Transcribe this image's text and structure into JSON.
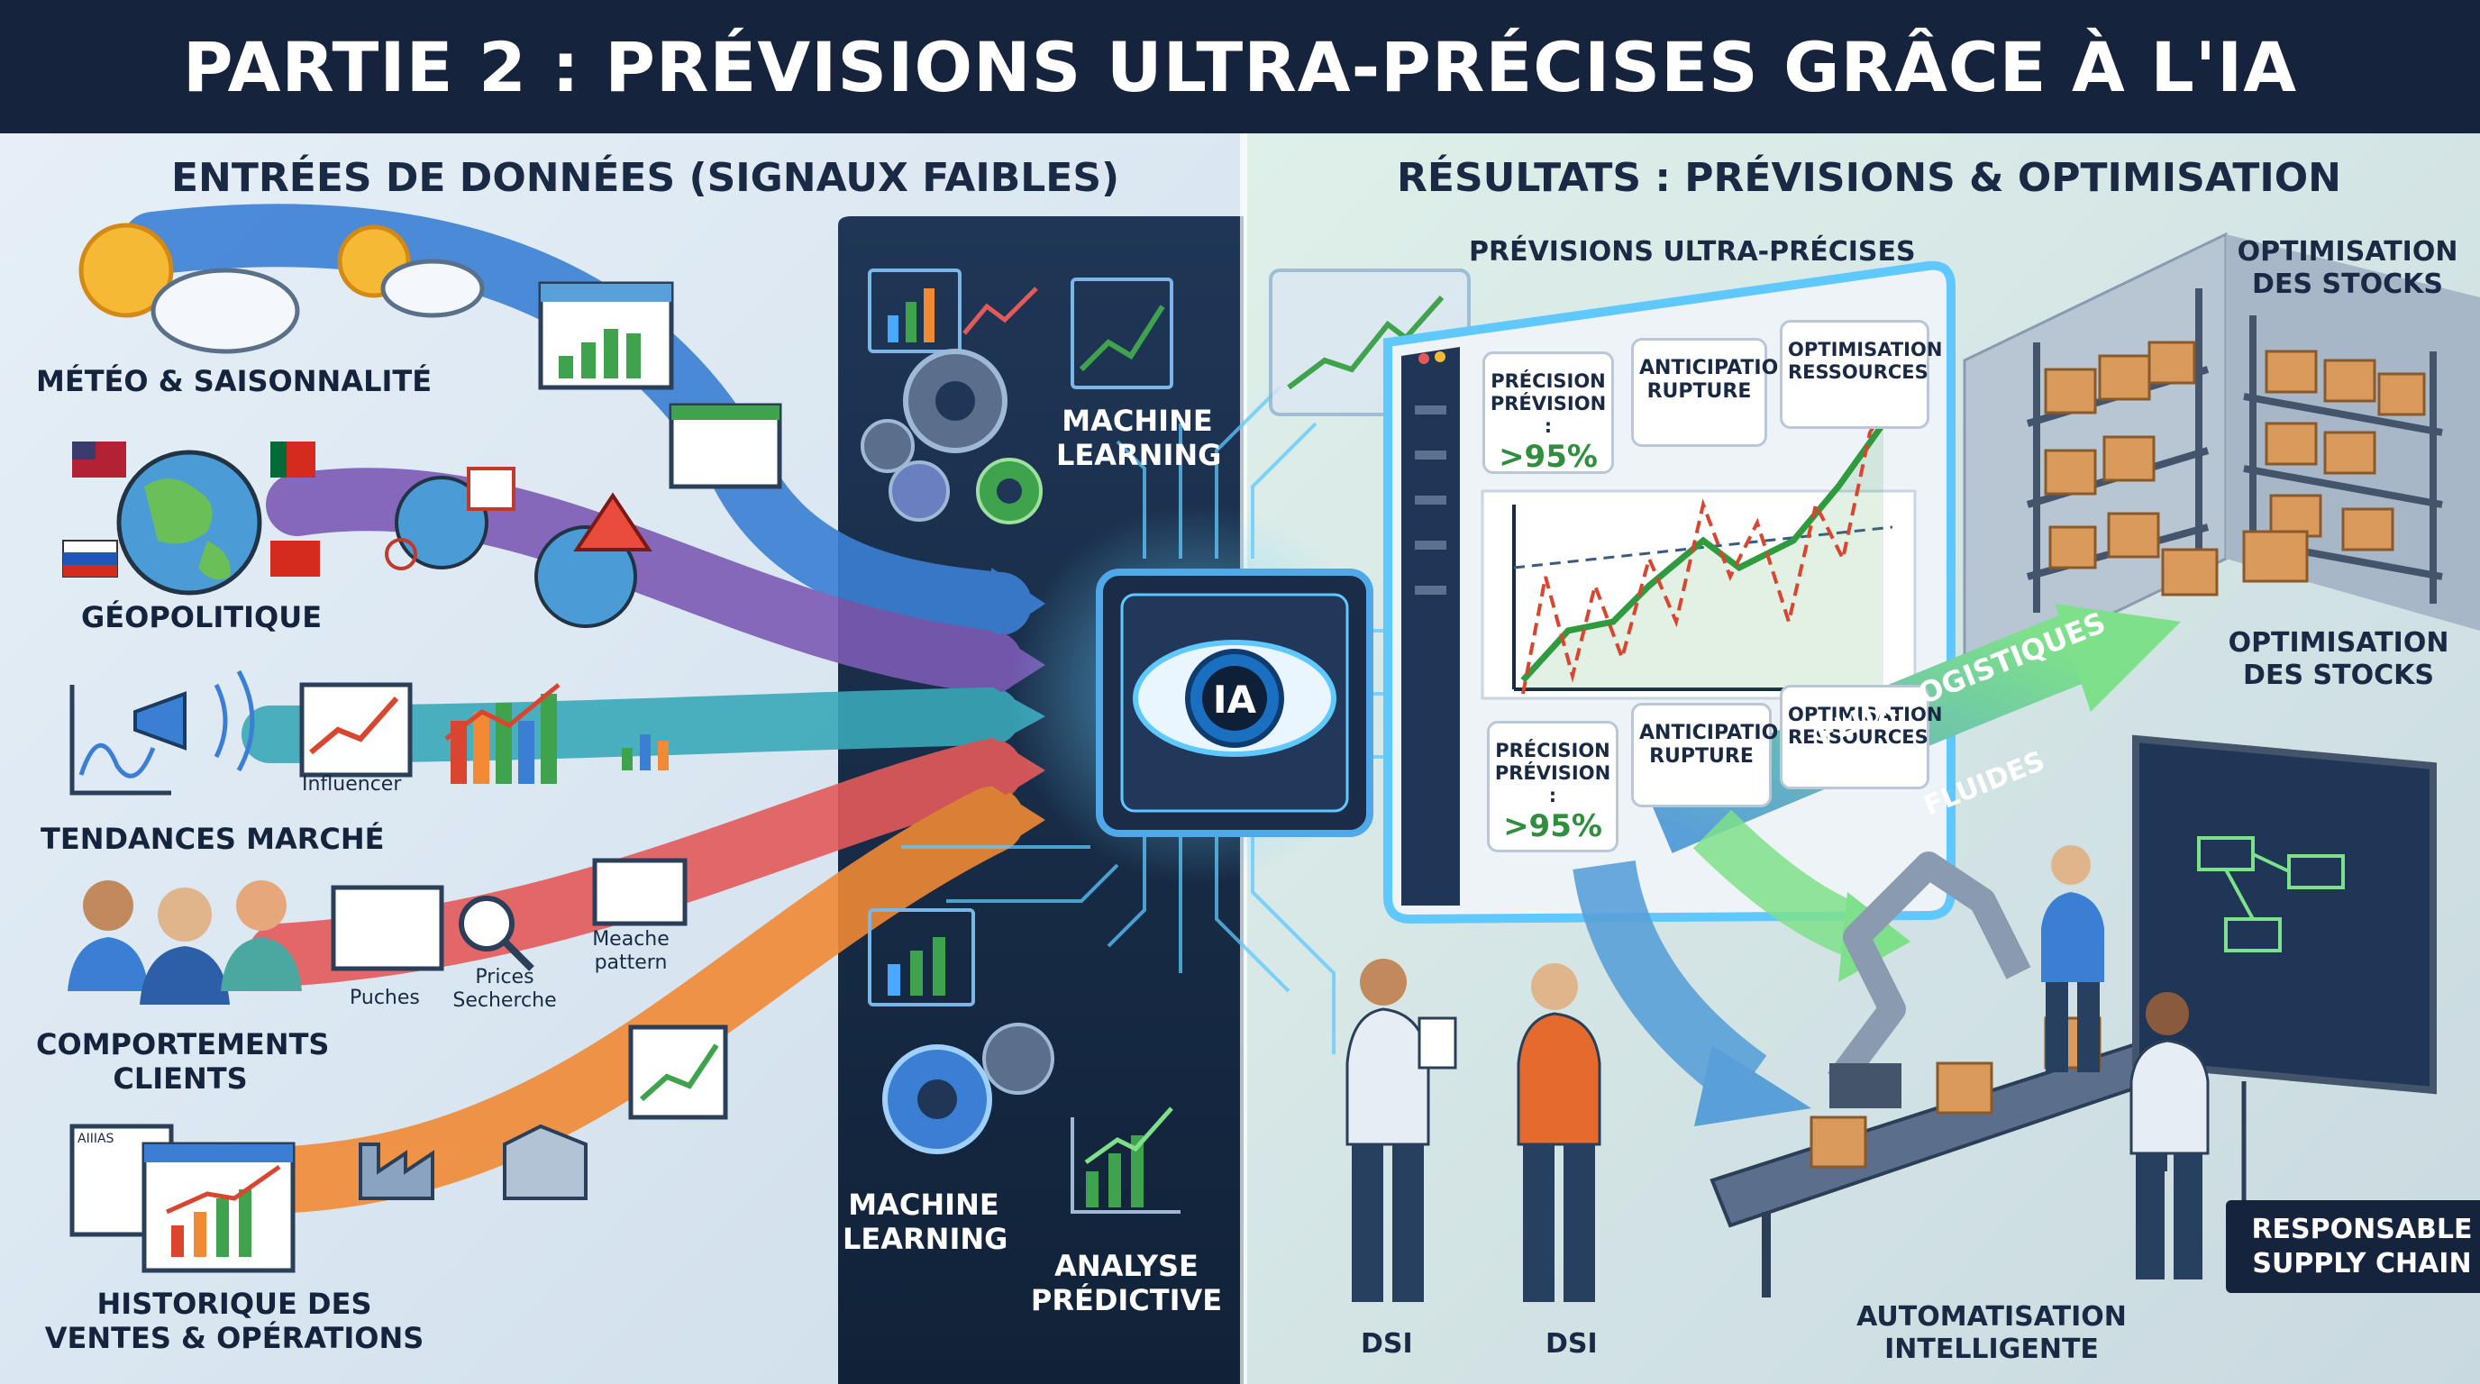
{
  "title": "PARTIE 2 : PRÉVISIONS ULTRA-PRÉCISES GRÂCE À L'IA",
  "left": {
    "heading": "ENTRÉES DE DONNÉES (SIGNAUX FAIBLES)",
    "categories": [
      "MÉTÉO & SAISONNALITÉ",
      "GÉOPOLITIQUE",
      "TENDANCES MARCHÉ",
      "COMPORTEMENTS CLIENTS",
      "HISTORIQUE DES VENTES & OPÉRATIONS"
    ],
    "small": {
      "influencer": "Influencer",
      "puches": "Puches",
      "prices": "Prices Secherche",
      "meache": "Meache pattern",
      "allias": "AIIIAS"
    }
  },
  "center": {
    "ml_top": "MACHINE LEARNING",
    "ml_bottom": "MACHINE LEARNING",
    "analyse": "ANALYSE PRÉDICTIVE",
    "chip": "IA"
  },
  "right": {
    "heading": "RÉSULTATS : PRÉVISIONS & OPTIMISATION",
    "dash_title": "PRÉVISIONS ULTRA-PRÉCISES",
    "metrics_top": {
      "precision": "PRÉCISION PRÉVISION :",
      "value": ">95%",
      "anticipation": "ANTICIPATION RUPTURE",
      "optimisation": "OPTIMISATION RESSOURCES"
    },
    "metrics_bottom": {
      "precision": "PRÉCISION PRÉVISION :",
      "value": ">95%",
      "anticipation": "ANTICIPATION RUPTURE",
      "optimisation": "OPTIMISATION RESSOURCES"
    },
    "stocks_top": "OPTIMISATION DES STOCKS",
    "stocks_mid": "OPTIMISATION DES STOCKS",
    "flux": "FLUX LOGISTIQUES",
    "fluides": "FLUIDES",
    "automatisation": "AUTOMATISATION INTELLIGENTE",
    "responsable": "RESPONSABLE SUPPLY CHAIN",
    "dsi1": "DSI",
    "dsi2": "DSI"
  },
  "colors": {
    "navy": "#16233d",
    "accent_green": "#3fa34d",
    "accent_orange": "#f08a35",
    "arrow_blue": "#3b7fd4",
    "arrow_purple": "#7c5bb5",
    "forecast_red": "#d9452e"
  }
}
